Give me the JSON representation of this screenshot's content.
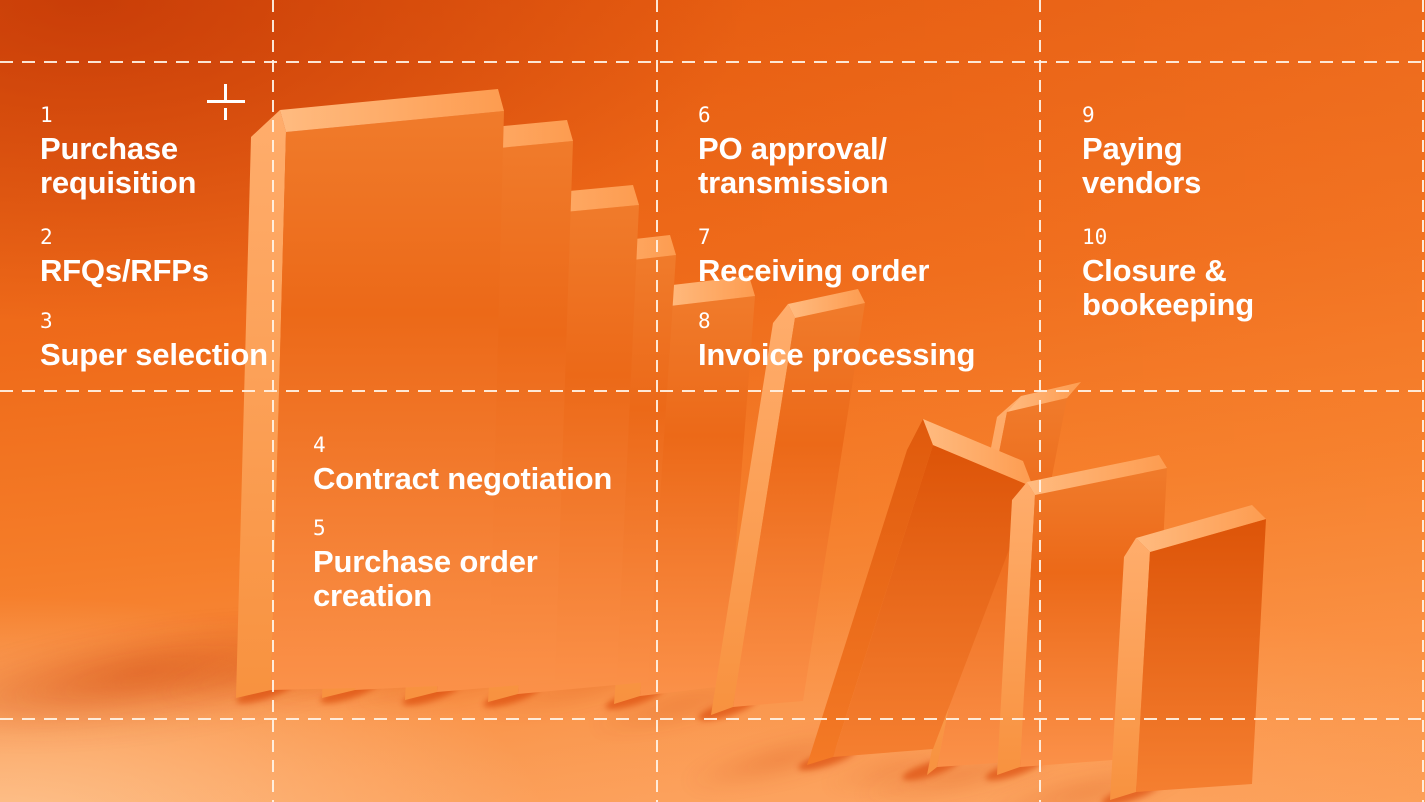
{
  "steps": [
    {
      "num": "1",
      "label": "Purchase\nrequisition"
    },
    {
      "num": "2",
      "label": "RFQs/RFPs"
    },
    {
      "num": "3",
      "label": "Super selection"
    },
    {
      "num": "4",
      "label": "Contract negotiation"
    },
    {
      "num": "5",
      "label": "Purchase order\ncreation"
    },
    {
      "num": "6",
      "label": "PO approval/\ntransmission"
    },
    {
      "num": "7",
      "label": "Receiving order"
    },
    {
      "num": "8",
      "label": "Invoice processing"
    },
    {
      "num": "9",
      "label": "Paying\nvendors"
    },
    {
      "num": "10",
      "label": "Closure &\nbookeeping"
    }
  ],
  "marker": {
    "icon": "plus-icon"
  },
  "colors": {
    "text": "#ffffff",
    "grid_line": "#fff3e6",
    "bg_top_left": "#d5430c",
    "bg_mid": "#f2731f",
    "bg_bottom_left": "#fcb173",
    "bg_top_right": "#f4701c",
    "domino_front_top": "#f07b2b",
    "domino_front_mid": "#ec6918",
    "domino_front_bottom": "#fb9149",
    "domino_front_dark_top": "#dd5408",
    "domino_front_dark_bottom": "#f57f30",
    "domino_side_light": "#ffad6c",
    "domino_side_light2": "#f8923f",
    "domino_side_dark": "#e05a0c",
    "domino_side_dark2": "#f47a26",
    "domino_top_face": "#ffbb80",
    "domino_top_face2": "#fd9c50",
    "shadow": "#c83700",
    "contact_shadow": "#d63c04"
  }
}
